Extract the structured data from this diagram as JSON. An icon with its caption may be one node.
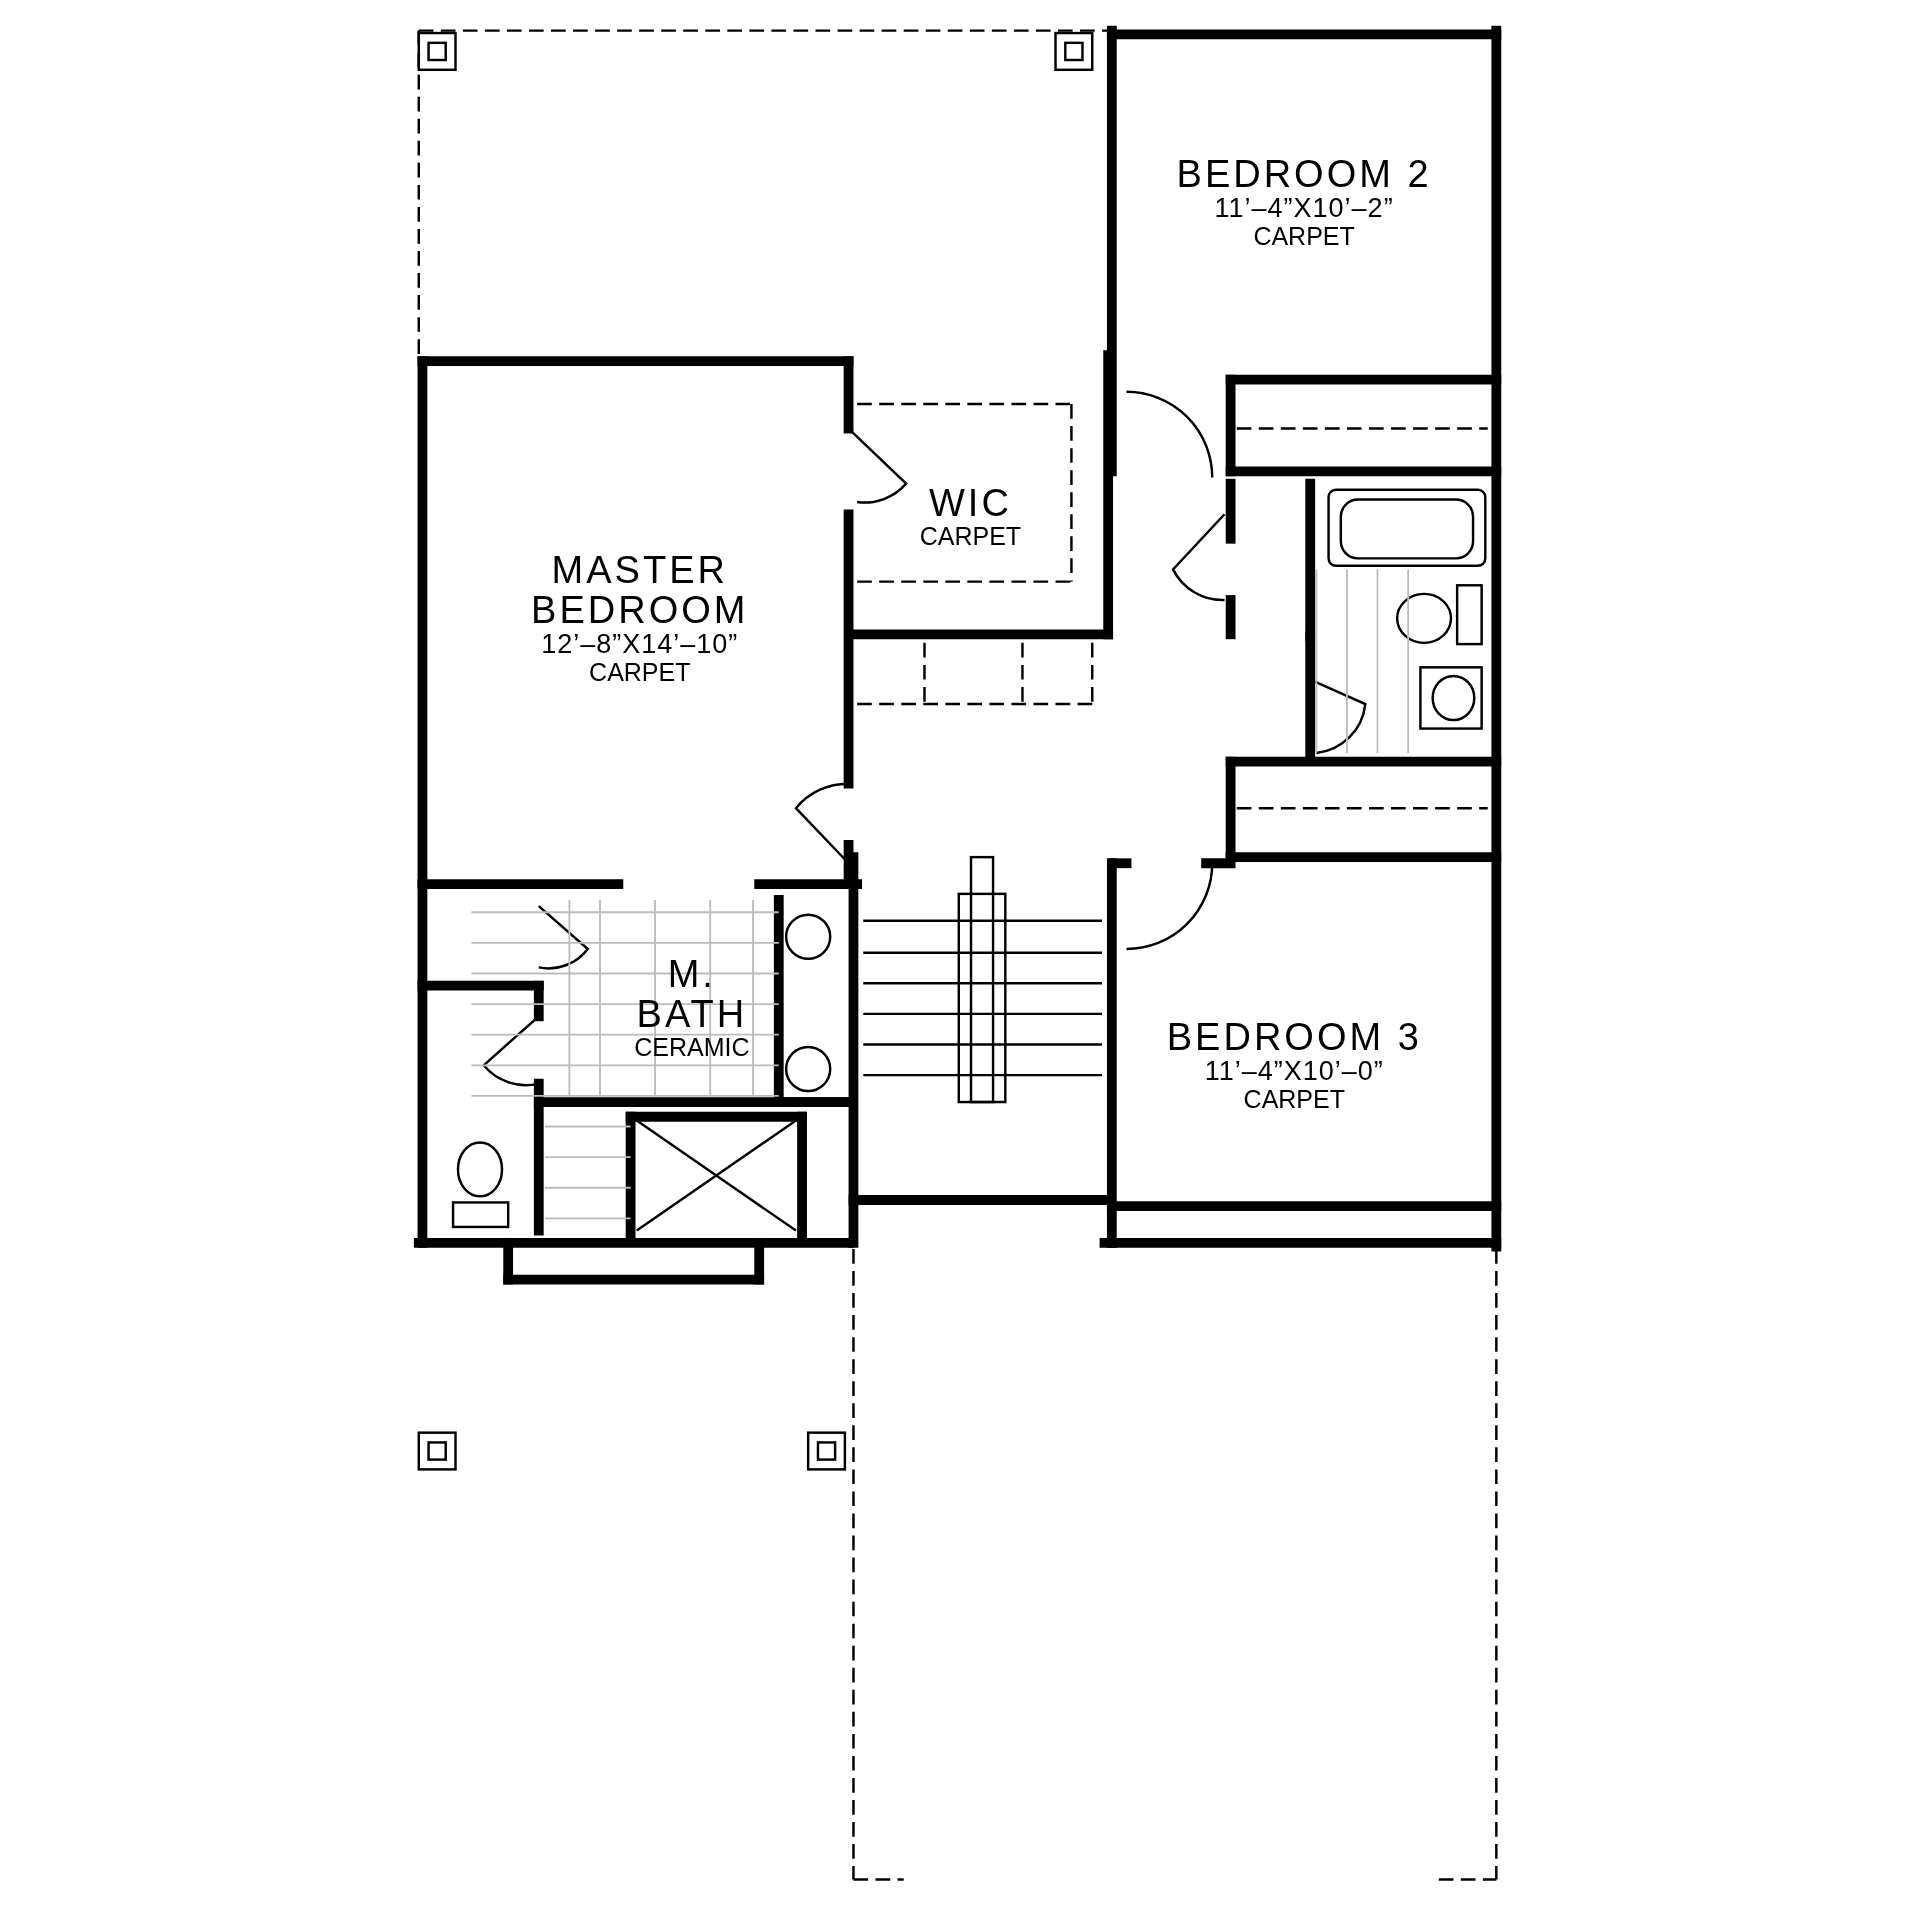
{
  "diagram": {
    "nodes": [
      {
        "text": [
          "BEDROOM 2",
          "11’–4”X10’–2”",
          "CARPET"
        ]
      },
      {
        "text": [
          "MASTER BEDROOM",
          "12’–8”X14’–10”",
          "CARPET"
        ]
      },
      {
        "text": [
          "WIC",
          "CARPET"
        ]
      },
      {
        "text": [
          "M. BATH",
          "CERAMIC"
        ]
      },
      {
        "text": [
          "BEDROOM 3",
          "11’–4”X10’–0”",
          "CARPET"
        ]
      }
    ]
  }
}
